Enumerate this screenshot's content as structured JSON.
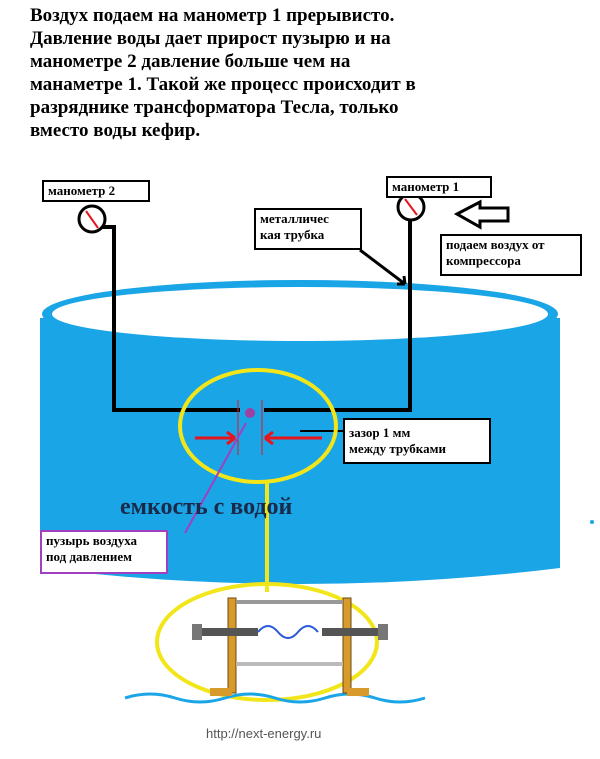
{
  "intro": {
    "lines": [
      "Воздух подаем на манометр 1 прерывисто.",
      "Давление воды дает прирост пузырю и на",
      "манометре 2 давление больше чем на",
      "манаметре 1. Такой же процесс происходит в",
      "разряднике трансформатора Тесла, только",
      "вместо воды кефир."
    ]
  },
  "labels": {
    "gauge2": "манометр 2",
    "gauge1": "манометр 1",
    "metal_tube": [
      "металличес",
      "кая трубка"
    ],
    "air_supply": [
      "подаем воздух от",
      "компрессора"
    ],
    "gap": [
      "зазор 1 мм",
      "между трубками"
    ],
    "bubble": [
      "пузырь воздуха",
      "под давлением"
    ],
    "water_tank": "емкость с водой",
    "footer_url": "http://next-energy.ru"
  },
  "colors": {
    "water": "#1aa5e6",
    "water_rim": "#ffffff",
    "tube": "#000000",
    "arrow_red": "#e8141e",
    "highlight_yellow": "#f2e61a",
    "bubble": "#a040a0",
    "bubble_box_border": "#a040c0",
    "electrode": "#d89a2a"
  }
}
